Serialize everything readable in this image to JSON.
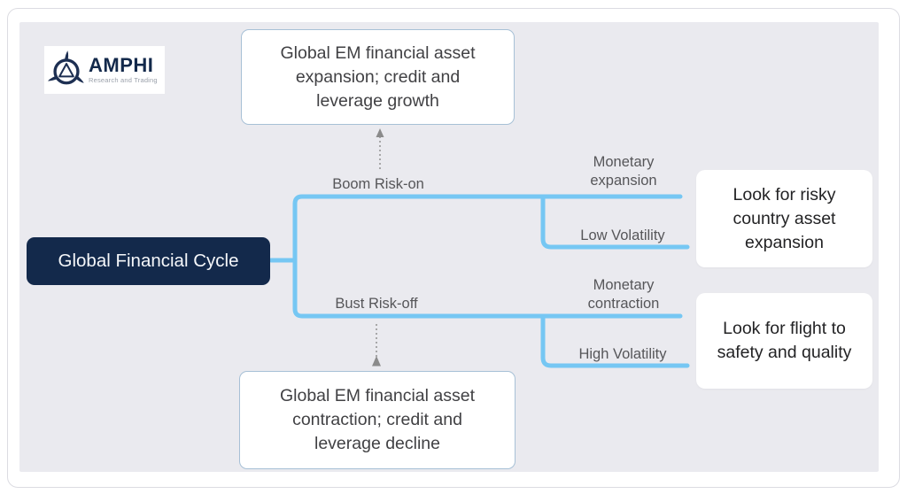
{
  "colors": {
    "accent-blue": "#76c7f3",
    "navy": "#13294b",
    "panel-bg": "#eaeaef",
    "card-border": "#dcdce2",
    "box-border": "#a7c0d6",
    "label-gray": "#565659",
    "text-dark": "#414144",
    "arrow-gray": "#8b8b8b"
  },
  "logo": {
    "brand": "AMPHI",
    "tagline": "Research and Trading",
    "emblem_icon": "amphi-propeller-emblem"
  },
  "diagram": {
    "root": {
      "label": "Global Financial Cycle"
    },
    "top_outcome": {
      "label": "Global EM financial asset expansion; credit and leverage growth"
    },
    "bottom_outcome": {
      "label": "Global EM financial asset contraction; credit and leverage decline"
    },
    "branches": [
      {
        "label": "Boom Risk-on",
        "sub_labels": [
          "Monetary expansion",
          "Low Volatility"
        ],
        "action": "Look for risky country asset expansion"
      },
      {
        "label": "Bust Risk-off",
        "sub_labels": [
          "Monetary contraction",
          "High Volatility"
        ],
        "action": "Look for flight to safety and quality"
      }
    ]
  }
}
